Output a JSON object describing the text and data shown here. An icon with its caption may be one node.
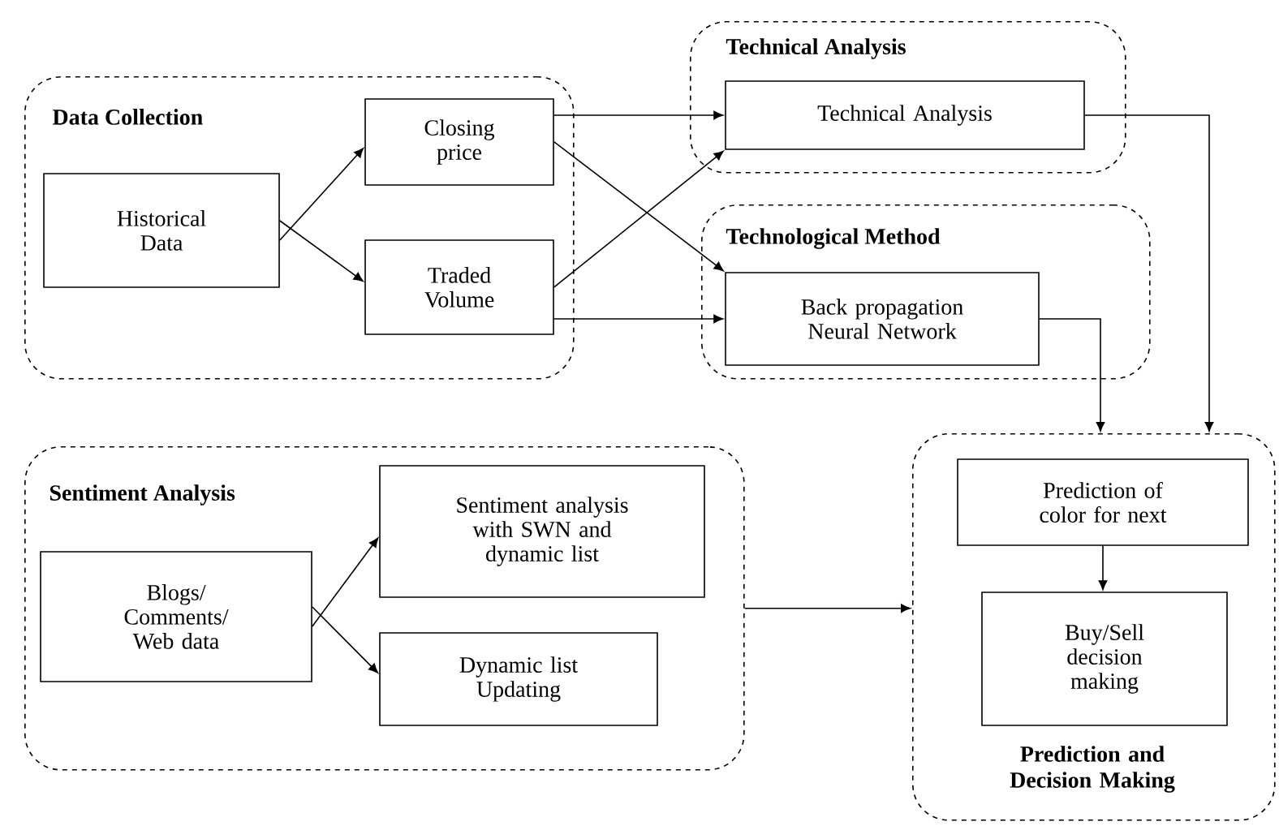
{
  "diagram": {
    "nodes": [
      {
        "text": [
          "Data Collection"
        ]
      },
      {
        "text": [
          "Historical Data"
        ],
        "in": 0
      },
      {
        "text": [
          "Closing price"
        ],
        "in": 0
      },
      {
        "text": [
          "Traded Volume"
        ],
        "in": 0
      },
      {
        "text": [
          "Technical Analysis"
        ]
      },
      {
        "text": [
          "Technical Analysis"
        ],
        "in": 4
      },
      {
        "text": [
          "Technological Method"
        ]
      },
      {
        "text": [
          "Back propagation Neural Network"
        ],
        "in": 6
      },
      {
        "text": [
          "Sentiment Analysis"
        ]
      },
      {
        "text": [
          "Blogs/ Comments/ Web data"
        ],
        "in": 8
      },
      {
        "text": [
          "Sentiment analysis with SWN and dynamic list"
        ],
        "in": 8
      },
      {
        "text": [
          "Dynamic list Updating"
        ],
        "in": 8
      },
      {
        "text": [
          "Prediction and Decision Making"
        ]
      },
      {
        "text": [
          "Prediction of color for next"
        ],
        "in": 12
      },
      {
        "text": [
          "Buy/Sell decision making"
        ],
        "in": 12
      }
    ],
    "edges": [
      {
        "from": 1,
        "to": 2,
        "arrow": "to"
      },
      {
        "from": 1,
        "to": 3,
        "arrow": "to"
      },
      {
        "from": 2,
        "to": 5,
        "arrow": "to"
      },
      {
        "from": 2,
        "to": 7,
        "arrow": "to"
      },
      {
        "from": 3,
        "to": 5,
        "arrow": "to"
      },
      {
        "from": 3,
        "to": 7,
        "arrow": "to"
      },
      {
        "from": 5,
        "to": 12,
        "arrow": "to"
      },
      {
        "from": 7,
        "to": 12,
        "arrow": "to"
      },
      {
        "from": 9,
        "to": 10,
        "arrow": "to"
      },
      {
        "from": 9,
        "to": 11,
        "arrow": "to"
      },
      {
        "from": 8,
        "to": 12,
        "arrow": "to"
      },
      {
        "from": 13,
        "to": 14,
        "arrow": "to"
      }
    ]
  }
}
